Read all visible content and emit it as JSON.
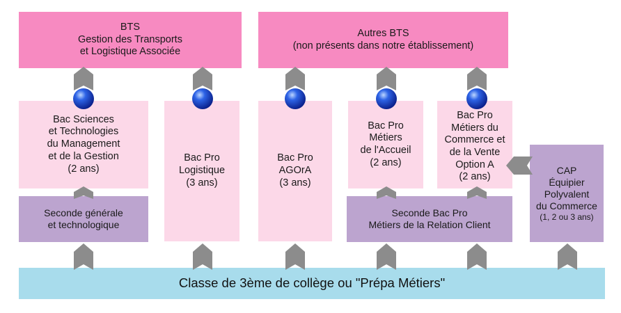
{
  "bts_transport": {
    "lines": [
      "BTS",
      "Gestion des Transports",
      "et Logistique Associée"
    ]
  },
  "bts_autres": {
    "lines": [
      "Autres BTS",
      "(non présents dans notre établissement)"
    ]
  },
  "bac_stmg": {
    "lines": [
      "Bac Sciences",
      "et Technologies",
      "du Management",
      "et de la Gestion",
      "(2 ans)"
    ]
  },
  "bac_logistique": {
    "lines": [
      "Bac Pro",
      "Logistique",
      "(3 ans)"
    ]
  },
  "bac_agora": {
    "lines": [
      "Bac Pro",
      "AGOrA",
      "(3 ans)"
    ]
  },
  "bac_accueil": {
    "lines": [
      "Bac Pro",
      "Métiers",
      "de l'Accueil",
      "(2 ans)"
    ]
  },
  "bac_commerce": {
    "lines": [
      "Bac Pro",
      "Métiers du",
      "Commerce et",
      "de la Vente",
      "Option A",
      "(2 ans)"
    ]
  },
  "seconde_gt": {
    "lines": [
      "Seconde générale",
      "et technologique"
    ]
  },
  "seconde_pro": {
    "lines": [
      "Seconde Bac Pro",
      "Métiers de la Relation Client"
    ]
  },
  "cap": {
    "lines": [
      "CAP",
      "Équipier",
      "Polyvalent",
      "du Commerce"
    ],
    "note": "(1, 2 ou 3 ans)"
  },
  "college": {
    "label": "Classe de 3ème de collège ou \"Prépa Métiers\""
  },
  "colors": {
    "bts": "#f78ac1",
    "bac": "#fcd8e8",
    "seconde": "#bca4cf",
    "college": "#a8dcec",
    "arrow": "#8c8c8c",
    "ball": "#1f4fd6"
  }
}
